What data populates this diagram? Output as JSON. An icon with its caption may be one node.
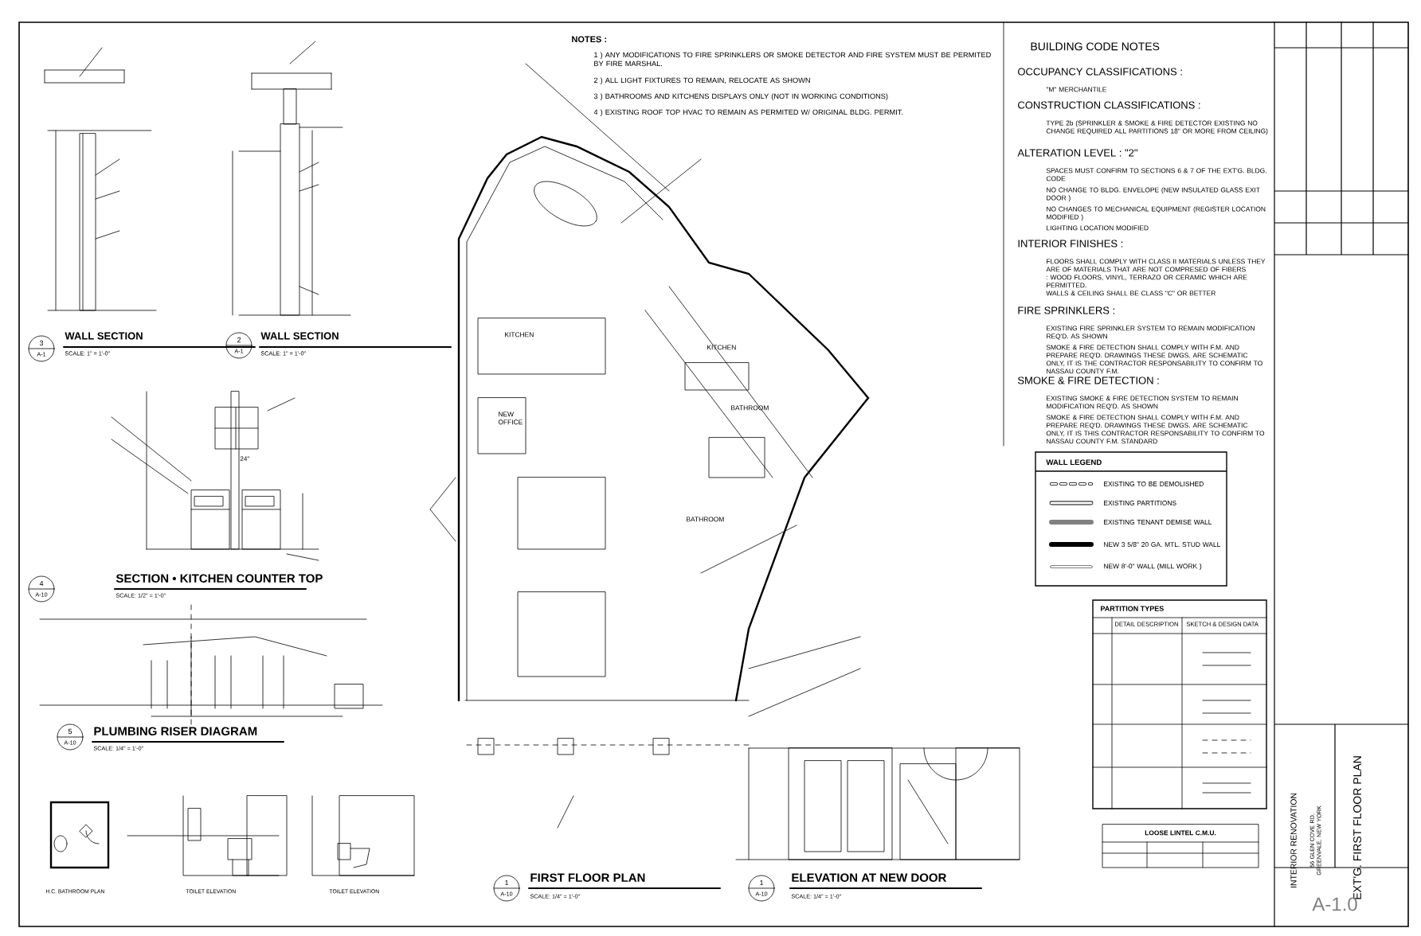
{
  "diagram": {
    "labels": [
      "NOTES :",
      "1 ) ANY MODIFICATIONS TO FIRE SPRINKLERS OR SMOKE DETECTOR AND FIRE SYSTEM MUST BE PERMITED BY FIRE MARSHAL.",
      "2 ) ALL LIGHT FIXTURES TO REMAIN, RELOCATE AS SHOWN",
      "3 ) BATHROOMS AND KITCHENS DISPLAYS ONLY (NOT IN WORKING CONDITIONS)",
      "4 ) EXISTING ROOF TOP HVAC TO REMAIN AS PERMITED W/ ORIGINAL BLDG. PERMIT.",
      "BUILDING CODE NOTES",
      "OCCUPANCY CLASSIFICATIONS :",
      "\"M\" MERCHANTILE",
      "CONSTRUCTION CLASSIFICATIONS :",
      "TYPE 2b (SPRINKLER & SMOKE & FIRE DETECTOR EXISTING NO CHANGE REQUIRED ALL PARTITIONS 18\" OR MORE FROM CEILING)",
      "ALTERATION LEVEL : \"2\"",
      "SPACES MUST CONFIRM TO SECTIONS 6 & 7 OF THE EXT'G. BLDG. CODE",
      "NO CHANGE TO BLDG. ENVELOPE (NEW INSULATED GLASS EXIT DOOR )",
      "NO CHANGES TO MECHANICAL EQUIPMENT (REGISTER LOCATION MODIFIED )",
      "LIGHTING LOCATION MODIFIED",
      "INTERIOR FINISHES :",
      "FLOORS SHALL COMPLY WITH CLASS II MATERIALS UNLESS THEY ARE OF MATERIALS THAT ARE NOT COMPRESED OF FIBERS : WOOD FLOORS, VINYL, TERRAZO OR CERAMIC WHICH ARE PERMITTED.",
      "WALLS & CEILING SHALL BE CLASS \"C\" OR BETTER",
      "FIRE SPRINKLERS :",
      "EXISTING FIRE SPRINKLER SYSTEM TO REMAIN MODIFICATION REQ'D. AS SHOWN",
      "SMOKE & FIRE DETECTION SHALL COMPLY WITH F.M. AND PREPARE REQ'D. DRAWINGS THESE DWGS. ARE SCHEMATIC ONLY, IT IS THE CONTRACTOR RESPONSABILITY TO CONFIRM TO NASSAU COUNTY F.M.",
      "SMOKE & FIRE DETECTION :",
      "EXISTING SMOKE & FIRE DETECTION SYSTEM TO REMAIN MODIFICATION REQ'D. AS SHOWN",
      "SMOKE & FIRE DETECTION SHALL COMPLY WITH F.M. AND PREPARE REQ'D. DRAWINGS THESE DWGS. ARE SCHEMATIC ONLY, IT IS THIS CONTRACTOR RESPONSABILITY TO CONFIRM TO NASSAU COUNTY F.M. STANDARD",
      "WALL LEGEND",
      "3",
      "A-1",
      "WALL SECTION",
      "SCALE: 1\" = 1'-0\"",
      "2",
      "A-1",
      "WALL SECTION",
      "SCALE: 1\" = 1'-0\"",
      "KITCHEN",
      "NEW OFFICE",
      "KITCHEN",
      "BATHROOM",
      "BATHROOM",
      "4",
      "A-10",
      "SECTION • KITCHEN COUNTER TOP",
      "SCALE: 1/2\" = 1'-0\"",
      "24\"",
      "PARTITION TYPES",
      "DETAIL DESCRIPTION",
      "SKETCH & DESIGN DATA",
      "5",
      "A-10",
      "PLUMBING RISER DIAGRAM",
      "SCALE: 1/4\" = 1'-0\"",
      "H.C. BATHROOM PLAN",
      "TOILET ELEVATION",
      "TOILET ELEVATION",
      "LOOSE LINTEL C.M.U.",
      "1",
      "A-10",
      "FIRST FLOOR PLAN",
      "SCALE: 1/4\" = 1'-0\"",
      "1",
      "A-10",
      "ELEVATION AT NEW DOOR",
      "SCALE: 1/4\" = 1'-0\"",
      "INTERIOR RENOVATION",
      "56 GLEN COVE RD. GREENVALE, NEW YORK",
      "EXT'G. FIRST FLOOR PLAN",
      "A-1.0"
    ],
    "legend": [
      {
        "text": "EXISTING TO BE DEMOLISHED"
      },
      {
        "text": "EXISTING PARTITIONS"
      },
      {
        "text": "EXISTING TENANT DEMISE WALL"
      },
      {
        "text": "NEW 3 5/8\" 20 GA. MTL. STUD WALL"
      },
      {
        "text": "NEW 8'-0\" WALL (MILL WORK )"
      }
    ]
  }
}
